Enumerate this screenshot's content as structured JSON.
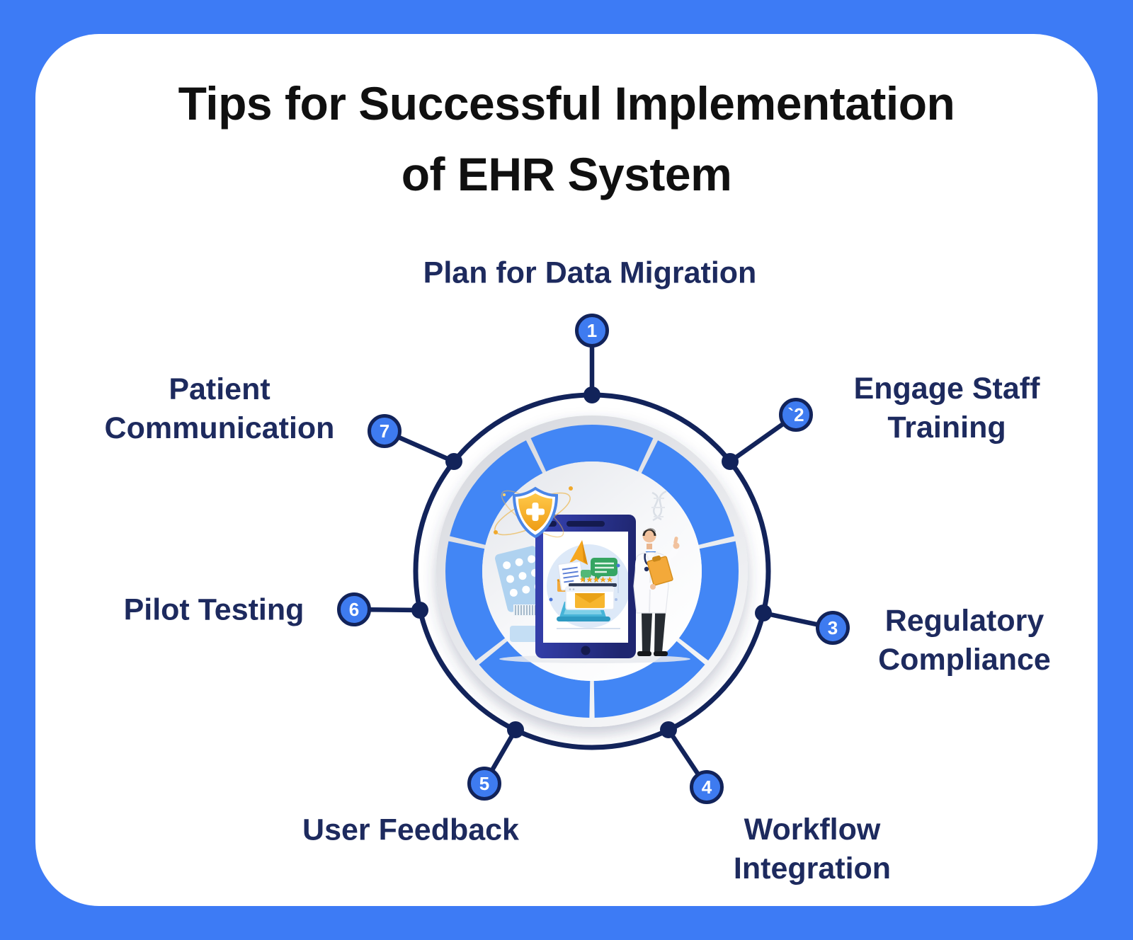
{
  "title": {
    "line1": "Tips for Successful Implementation",
    "line2": "of EHR System"
  },
  "steps": [
    {
      "number": "1",
      "label": "Plan for Data Migration"
    },
    {
      "number": "`2",
      "label": "Engage Staff Training"
    },
    {
      "number": "3",
      "label": "Regulatory Compliance"
    },
    {
      "number": "4",
      "label": "Workflow Integration"
    },
    {
      "number": "5",
      "label": "User Feedback"
    },
    {
      "number": "6",
      "label": "Pilot Testing"
    },
    {
      "number": "7",
      "label": "Patient Communication"
    }
  ],
  "colors": {
    "frame_blue": "#3D7BF5",
    "ring_blue": "#4286F5",
    "badge_blue": "#3E7BF0",
    "line_navy": "#12235A",
    "label_navy": "#1D2A5E",
    "title_black": "#101010",
    "shield_gold": "#F5A81F",
    "bubble_green": "#35A562"
  },
  "center_illustration": {
    "icons": [
      "medical-shield-icon",
      "tablet-icon",
      "doctor-illustration",
      "paper-plane-icon",
      "document-icon",
      "chat-bubble-icon",
      "star-rating-icon",
      "envelope-icon",
      "laptop-icon",
      "pill-blister-icon",
      "dna-helix-icon"
    ]
  }
}
